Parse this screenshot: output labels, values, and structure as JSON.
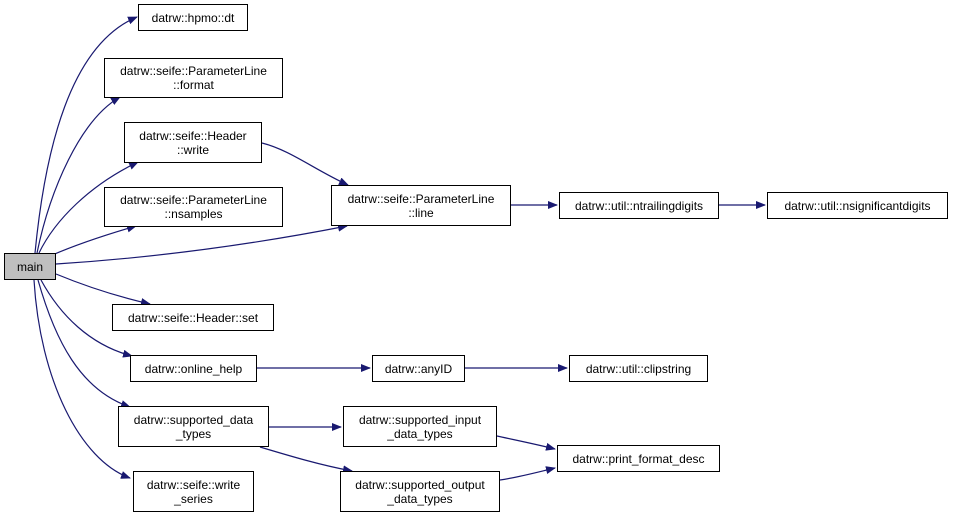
{
  "diagram": {
    "edge_color": "#191970",
    "root_fill": "#bfbfbf",
    "nodes": {
      "main": [
        "main"
      ],
      "hpmo_dt": [
        "datrw::hpmo::dt"
      ],
      "pl_format": [
        "datrw::seife::ParameterLine",
        "::format"
      ],
      "header_write": [
        "datrw::seife::Header",
        "::write"
      ],
      "pl_nsamples": [
        "datrw::seife::ParameterLine",
        "::nsamples"
      ],
      "header_set": [
        "datrw::seife::Header::set"
      ],
      "online_help": [
        "datrw::online_help"
      ],
      "supported_data_types": [
        "datrw::supported_data",
        "_types"
      ],
      "seife_write_series": [
        "datrw::seife::write",
        "_series"
      ],
      "pl_line": [
        "datrw::seife::ParameterLine",
        "::line"
      ],
      "ntrailingdigits": [
        "datrw::util::ntrailingdigits"
      ],
      "nsignificantdigits": [
        "datrw::util::nsignificantdigits"
      ],
      "anyid": [
        "datrw::anyID"
      ],
      "clipstring": [
        "datrw::util::clipstring"
      ],
      "supported_input": [
        "datrw::supported_input",
        "_data_types"
      ],
      "supported_output": [
        "datrw::supported_output",
        "_data_types"
      ],
      "print_format_desc": [
        "datrw::print_format_desc"
      ]
    }
  }
}
